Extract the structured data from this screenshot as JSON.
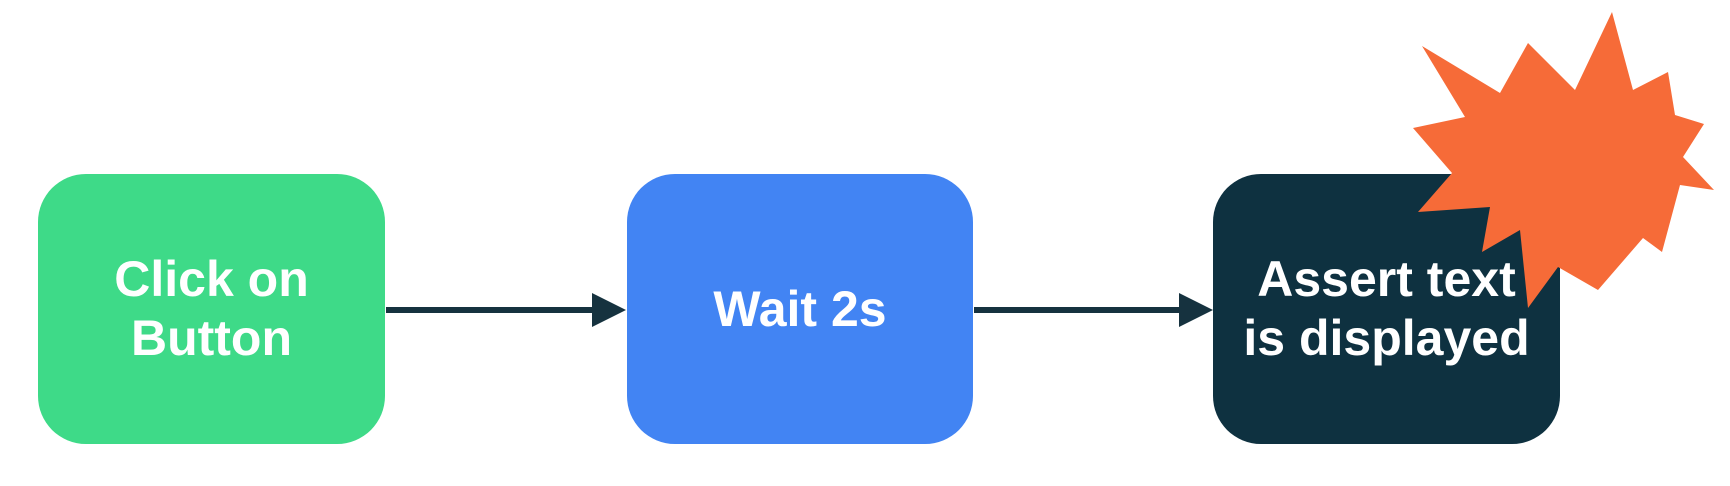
{
  "diagram": {
    "background_color": "#ffffff",
    "nodes": [
      {
        "id": "click-on-button",
        "label": "Click on\nButton",
        "color": "#3EDA88",
        "text_color": "#ffffff"
      },
      {
        "id": "wait-2s",
        "label": "Wait 2s",
        "color": "#4284F3",
        "text_color": "#ffffff"
      },
      {
        "id": "assert-text-displayed",
        "label": "Assert text\nis displayed",
        "color": "#0E3140",
        "text_color": "#ffffff"
      }
    ],
    "connectors": [
      {
        "from": "click-on-button",
        "to": "wait-2s",
        "color": "#16323F"
      },
      {
        "from": "wait-2s",
        "to": "assert-text-displayed",
        "color": "#16323F"
      }
    ],
    "burst": {
      "name": "explosion-starburst",
      "color": "#F66B38"
    }
  }
}
